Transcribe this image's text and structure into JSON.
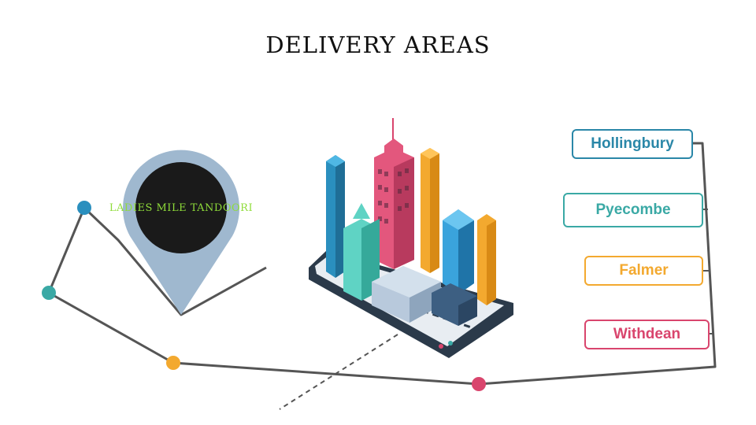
{
  "title": "DELIVERY AREAS",
  "logo": {
    "text": "LADIES MILE TANDOORI"
  },
  "areas": [
    {
      "name": "Hollingbury",
      "color": "#2a87a8"
    },
    {
      "name": "Pyecombe",
      "color": "#3aa9a5"
    },
    {
      "name": "Falmer",
      "color": "#f3a92f"
    },
    {
      "name": "Withdean",
      "color": "#d9456d"
    }
  ],
  "colors": {
    "route": "#555555",
    "pin": "#9fb8cf",
    "dot_blue": "#2a8fbe",
    "dot_teal": "#3aa9a5",
    "dot_orange": "#f3a92f",
    "dot_pink": "#d9456d"
  }
}
